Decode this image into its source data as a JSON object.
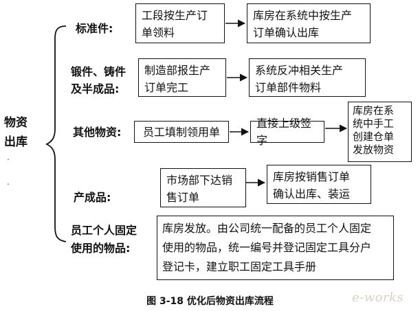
{
  "root_label": "物资\n出库",
  "categories": [
    {
      "label": "标准件:"
    },
    {
      "label": "锻件、铸件\n及半成品:"
    },
    {
      "label": "其他物资:"
    },
    {
      "label": "产成品:"
    },
    {
      "label": "员工个人固定\n使用的物品:"
    }
  ],
  "boxes": {
    "b1": "工段按生产订\n单领料",
    "b2": "库房在系统中按生产\n订单确认出库",
    "b3": "制造部报生产\n订单完工",
    "b4": "系统反冲相关生产\n订单部件物料",
    "b5": "员工填制领用单",
    "b6": "直接上级签字",
    "b7": "库房在系\n统中手工\n创建仓单\n发放物资",
    "b8": "市场部下达销\n售订单",
    "b9": "库房按销售订单\n确认出库、装运",
    "b10": "库房发放。由公司统一配备的员工个人固定\n使用的物品，统一编号并登记固定工具分户\n登记卡，建立职工固定工具手册"
  },
  "caption": "图 3-18   优化后物资出库流程",
  "watermark": "e-works"
}
